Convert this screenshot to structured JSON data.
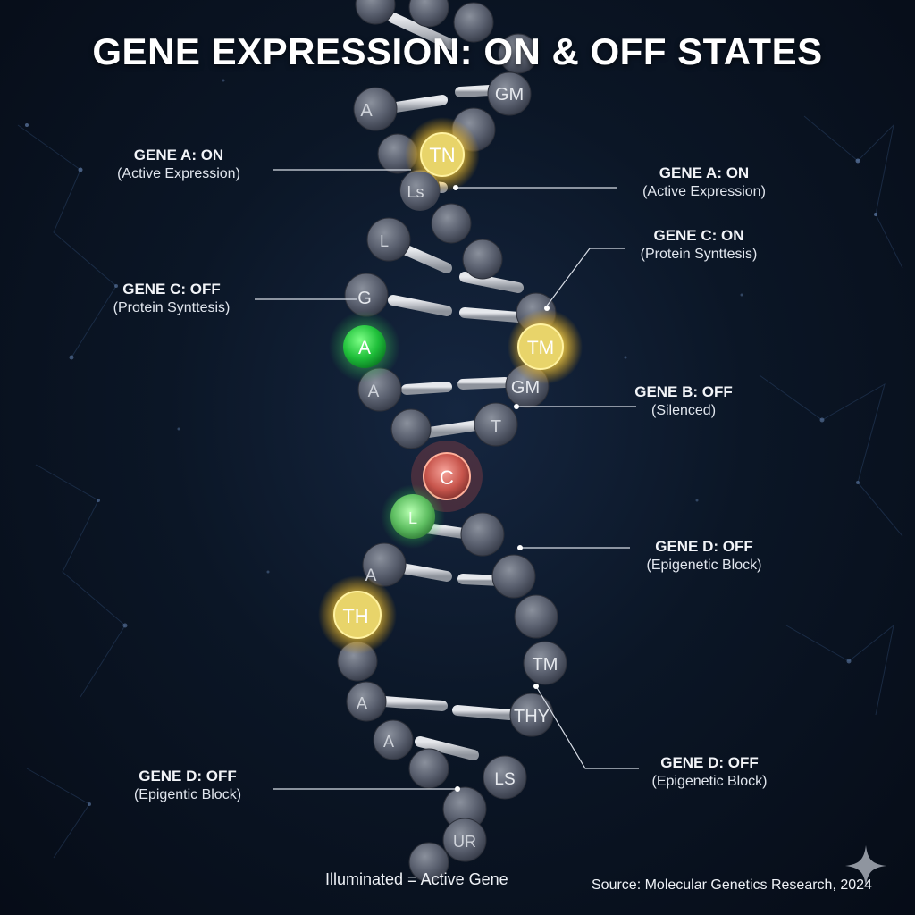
{
  "title": "GENE EXPRESSION: ON & OFF STATES",
  "labels": [
    {
      "id": "gene-a-left",
      "head": "GENE A: ON",
      "sub": "(Active Expression)"
    },
    {
      "id": "gene-a-right",
      "head": "GENE A: ON",
      "sub": "(Active Expression)"
    },
    {
      "id": "gene-c-right",
      "head": "GENE C: ON",
      "sub": "(Protein Synttesis)"
    },
    {
      "id": "gene-c-left",
      "head": "GENE C: OFF",
      "sub": "(Protein Synttesis)"
    },
    {
      "id": "gene-b-right",
      "head": "GENE B: OFF",
      "sub": "(Silenced)"
    },
    {
      "id": "gene-d-right-upper",
      "head": "GENE D: OFF",
      "sub": "(Epigenetic Block)"
    },
    {
      "id": "gene-d-right-lower",
      "head": "GENE D: OFF",
      "sub": "(Epigenetic Block)"
    },
    {
      "id": "gene-d-left",
      "head": "GENE D: OFF",
      "sub": "(Epigentic Block)"
    }
  ],
  "legend": "Illuminated = Active Gene",
  "source": "Source: Molecular Genetics Research, 2024",
  "nucleotide_letters": {
    "gm_top": "GM",
    "a_top": "A",
    "tn": "TN",
    "ls_top": "Ls",
    "l": "L",
    "g": "G",
    "a_green": "A",
    "tm": "TM",
    "a_mid": "A",
    "gm_mid": "GM",
    "t": "T",
    "c": "C",
    "ls_green": "L",
    "a_low": "A",
    "th": "TH",
    "tm_low": "TM",
    "a_low2": "A",
    "thy": "THY",
    "a_low3": "A",
    "ls_low": "LS",
    "ur": "UR"
  },
  "colors": {
    "background": "#0b1626",
    "nucleotide": "#5b6170",
    "backbone": "#c9ccd2",
    "glow_on": "#ffe04a",
    "glow_green": "#22c84a",
    "glow_red": "#e0524a"
  }
}
